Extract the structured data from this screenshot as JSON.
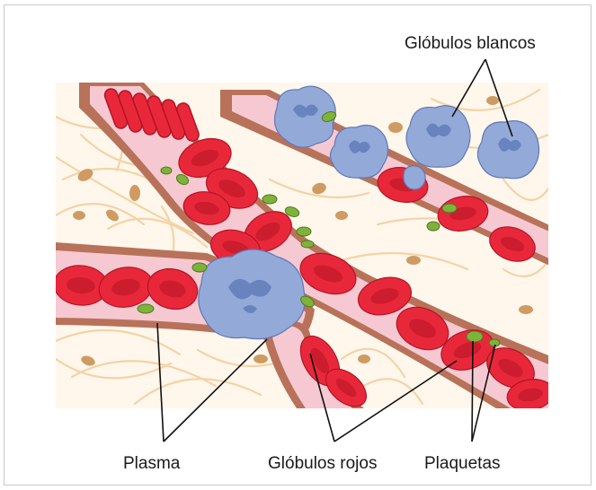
{
  "labels": {
    "white_cells": "Glóbulos blancos",
    "plasma": "Plasma",
    "red_cells": "Glóbulos rojos",
    "platelets": "Plaquetas"
  },
  "colors": {
    "vessel_wall": "#b8725a",
    "plasma": "#f6c9d2",
    "red_cell": "#e8283a",
    "red_cell_dark": "#b31425",
    "white_cell": "#93a9d8",
    "white_cell_dark": "#5f79b8",
    "platelet": "#7fb23a",
    "fibers": "#f4d3a6",
    "tissue_cells": "#cf9b62",
    "leader_lines": "#111111"
  }
}
